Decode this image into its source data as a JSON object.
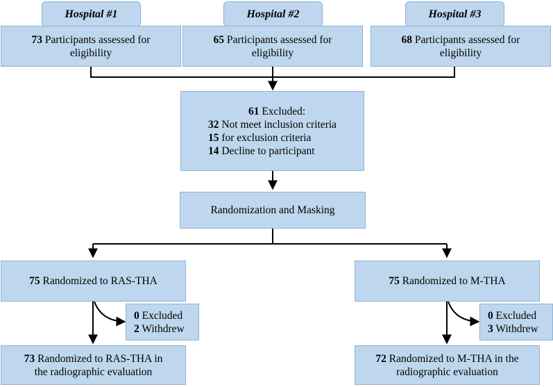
{
  "hospitals": [
    {
      "name": "Hospital #1",
      "count": "73",
      "text1": "Participants assessed for",
      "text2": "eligibility"
    },
    {
      "name": "Hospital #2",
      "count": "65",
      "text1": "Participants assessed for",
      "text2": "eligibility"
    },
    {
      "name": "Hospital #3",
      "count": "68",
      "text1": "Participants assessed for",
      "text2": "eligibility"
    }
  ],
  "excluded": {
    "total": "61",
    "total_label": "Excluded:",
    "items": [
      {
        "count": "32",
        "label": "Not meet inclusion criteria"
      },
      {
        "count": "15",
        "label": "for exclusion criteria"
      },
      {
        "count": "14",
        "label": "Decline to participant"
      }
    ]
  },
  "randomization": {
    "label": "Randomization and Masking"
  },
  "arms": [
    {
      "count": "75",
      "label": "Randomized to RAS-THA",
      "side_excluded_count": "0",
      "side_excluded_label": "Excluded",
      "side_withdrew_count": "2",
      "side_withdrew_label": "Withdrew",
      "final_count": "73",
      "final_line1": "Randomized to RAS-THA in",
      "final_line2": "the radiographic evaluation"
    },
    {
      "count": "75",
      "label": "Randomized to M-THA",
      "side_excluded_count": "0",
      "side_excluded_label": "Excluded",
      "side_withdrew_count": "3",
      "side_withdrew_label": "Withdrew",
      "final_count": "72",
      "final_line1": "Randomized to M-THA in the",
      "final_line2": "radiographic evaluation"
    }
  ]
}
